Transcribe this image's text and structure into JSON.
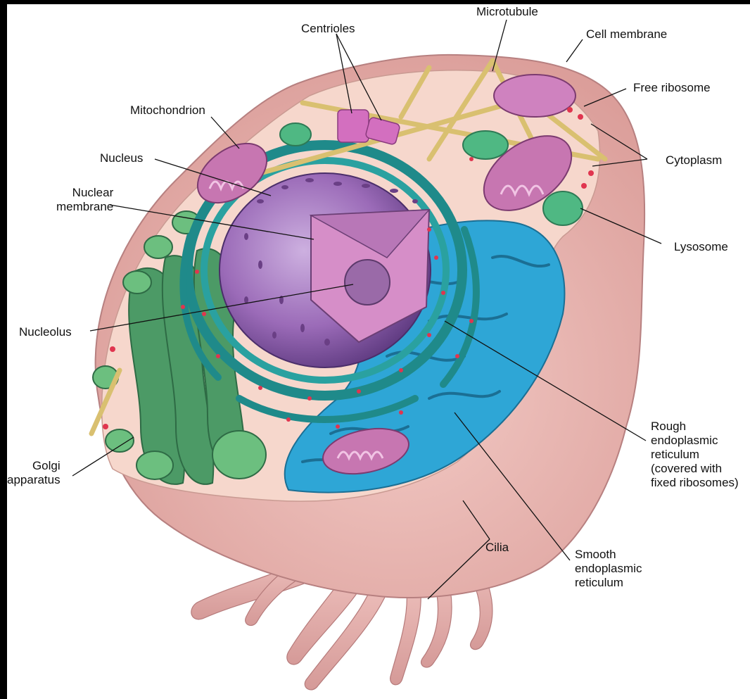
{
  "labels": {
    "microtubule": "Microtubule",
    "centrioles": "Centrioles",
    "cell_membrane": "Cell membrane",
    "free_ribosome": "Free ribosome",
    "mitochondrion": "Mitochondrion",
    "nucleus": "Nucleus",
    "nuclear_membrane": "Nuclear\nmembrane",
    "cytoplasm": "Cytoplasm",
    "lysosome": "Lysosome",
    "nucleolus": "Nucleolus",
    "rough_er": "Rough\nendoplasmic\nreticulum\n(covered with\nfixed ribosomes)",
    "golgi": "Golgi\napparatus",
    "smooth_er": "Smooth\nendoplasmic\nreticulum",
    "cilia": "Cilia"
  },
  "colors": {
    "membrane": "#e6b1ad",
    "cytoplasm": "#f6d7cc",
    "nucleus": "#9b6bb8",
    "nuclear_envelope": "#1f8a8a",
    "golgi": "#4c9a66",
    "smooth_er": "#2ea6d6",
    "mitochondrion": "#c776b1",
    "lysosome": "#4fb883",
    "microtubule": "#d9c070",
    "ribosome": "#e0354f",
    "nucleolus": "#9a6aa8"
  }
}
